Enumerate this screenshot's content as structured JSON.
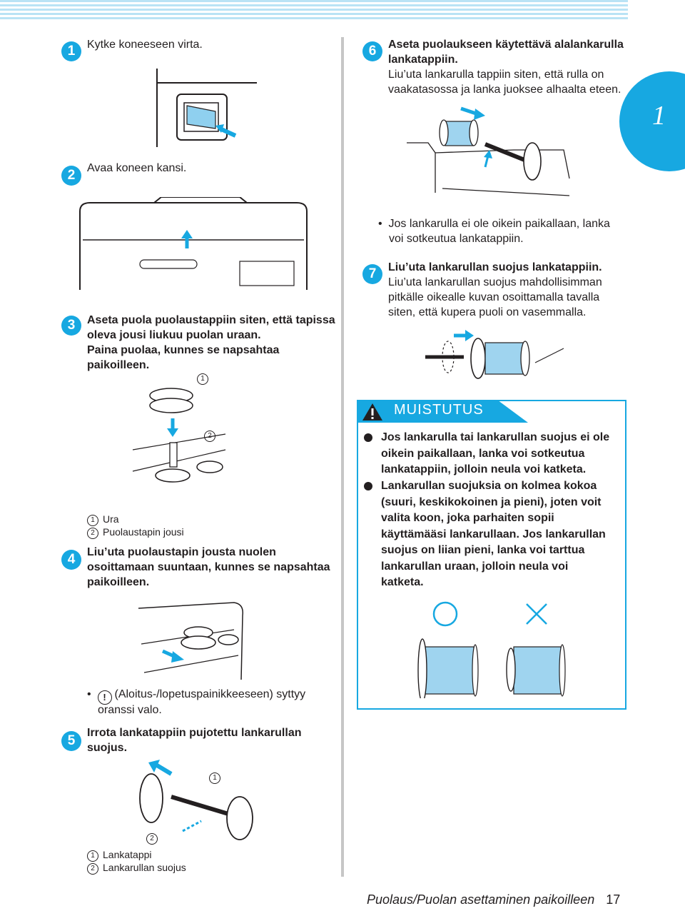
{
  "chapter": "1",
  "steps": {
    "s1": {
      "badge": "1",
      "text": "Kytke koneeseen virta."
    },
    "s2": {
      "badge": "2",
      "text": "Avaa koneen kansi."
    },
    "s3": {
      "badge": "3",
      "line1": "Aseta puola puolaustappiin siten, että tapissa",
      "line2": "oleva jousi liukuu puolan uraan.",
      "line3": "Paina puolaa, kunnes se napsahtaa",
      "line4": "paikoilleen."
    },
    "s4": {
      "badge": "4",
      "line1": "Liu’uta puolaustapin jousta nuolen",
      "line2": "osoittamaan suuntaan, kunnes se napsahtaa",
      "line3": "paikoilleen."
    },
    "s5": {
      "badge": "5",
      "line1": "Irrota lankatappiin pujotettu lankarullan",
      "line2": "suojus."
    },
    "s6": {
      "badge": "6",
      "line1": "Aseta puolaukseen käytettävä alalankarulla",
      "line2": "lankatappiin.",
      "line3": "Liu’uta lankarulla tappiin siten, että rulla on",
      "line4": "vaakatasossa ja lanka juoksee alhaalta eteen."
    },
    "s7": {
      "badge": "7",
      "line1": "Liu’uta lankarullan suojus lankatappiin.",
      "line2": "Liu’uta lankarullan suojus mahdollisimman",
      "line3": "pitkälle oikealle kuvan osoittamalla tavalla",
      "line4": "siten, että kupera puoli on vasemmalla."
    }
  },
  "fig3": {
    "callout1": "1",
    "callout2": "2"
  },
  "legend3": {
    "n1": "1",
    "l1": "Ura",
    "n2": "2",
    "l2": "Puolaustapin jousi"
  },
  "bullet_led": {
    "l1": "(Aloitus-/lopetuspainikkeeseen) syttyy",
    "l2": "oranssi valo."
  },
  "fig5": {
    "callout1": "1",
    "callout2": "2"
  },
  "legend5": {
    "n1": "1",
    "l1": "Lankatappi",
    "n2": "2",
    "l2": "Lankarullan suojus"
  },
  "bullet6": {
    "l1": "Jos lankarulla ei ole oikein paikallaan, lanka",
    "l2": "voi sotkeutua lankatappiin."
  },
  "memo": {
    "title": "MUISTUTUS",
    "item1": [
      "Jos lankarulla tai lankarullan suojus ei ole",
      "oikein paikallaan, lanka voi sotkeutua",
      "lankatappiin, jolloin neula voi katketa."
    ],
    "item2": [
      "Lankarullan suojuksia on kolmea kokoa",
      "(suuri, keskikokoinen ja pieni), joten voit",
      "valita koon, joka parhaiten sopii",
      "käyttämääsi lankarullaan. Jos lankarullan",
      "suojus on liian pieni, lanka voi tarttua",
      "lankarullan uraan, jolloin neula voi",
      "katketa."
    ]
  },
  "footer": {
    "title": "Puolaus/Puolan asettaminen paikoilleen",
    "page": "17"
  },
  "colors": {
    "accent": "#17a8e1",
    "thread": "#9fd4ef"
  }
}
